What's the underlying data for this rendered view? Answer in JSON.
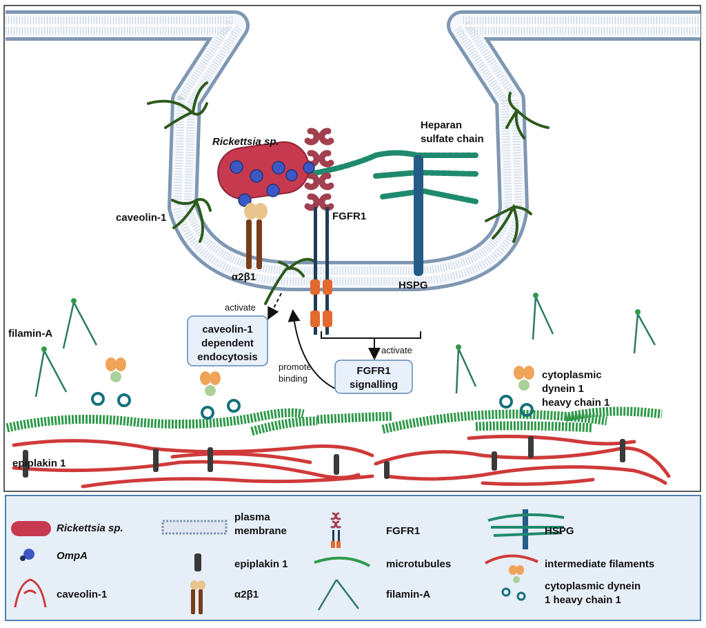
{
  "figure": {
    "labels": {
      "rickettsia": "Rickettsia sp.",
      "heparan_line1": "Heparan",
      "heparan_line2": "sulfate chain",
      "caveolin": "caveolin-1",
      "fgfr1": "FGFR1",
      "integrin": "α2β1",
      "hspg": "HSPG",
      "filamin": "filamin-A",
      "epiplakin": "epiplakin 1",
      "dynein_line1": "cytoplasmic",
      "dynein_line2": "dynein 1",
      "dynein_line3": "heavy chain 1",
      "activate_left": "activate",
      "activate_right": "activate",
      "promote_line1": "promote",
      "promote_line2": "binding"
    },
    "boxes": {
      "endocytosis_line1": "caveolin-1",
      "endocytosis_line2": "dependent",
      "endocytosis_line3": "endocytosis",
      "signalling_line1": "FGFR1",
      "signalling_line2": "signalling"
    }
  },
  "legend": {
    "items": [
      {
        "label": "Rickettsia sp.",
        "icon": "rickettsia-bacterium"
      },
      {
        "label": "OmpA",
        "icon": "ompa-protein"
      },
      {
        "label": "caveolin-1",
        "icon": "caveolin-protein"
      },
      {
        "label_line1": "plasma",
        "label_line2": "membrane",
        "icon": "lipid-bilayer"
      },
      {
        "label": "epiplakin 1",
        "icon": "epiplakin-protein"
      },
      {
        "label": "α2β1",
        "icon": "integrin-receptor"
      },
      {
        "label": "FGFR1",
        "icon": "fgfr1-receptor"
      },
      {
        "label": "microtubules",
        "icon": "microtubule"
      },
      {
        "label": "filamin-A",
        "icon": "filamin-protein"
      },
      {
        "label": "HSPG",
        "icon": "hspg-proteoglycan"
      },
      {
        "label": "intermediate filaments",
        "icon": "intermediate-filament"
      },
      {
        "label_line1": "cytoplasmic dynein",
        "label_line2": "1 heavy chain 1",
        "icon": "dynein-motor"
      }
    ]
  },
  "colors": {
    "membrane_head": "#7f97b3",
    "membrane_tail": "#dfe7f1",
    "rickettsia": "#c6394f",
    "ompa": "#3b58c4",
    "caveolin": "#2e5a1c",
    "fgfr": "#a2404f",
    "hspg": "#255c86",
    "heparan": "#1f8a6d",
    "microtubule": "#2f9a4a",
    "intermediate": "#cf3a3a",
    "legend_bg": "#e6eef8",
    "legend_border": "#4f7fae",
    "box_bg": "#e7f0fb"
  }
}
